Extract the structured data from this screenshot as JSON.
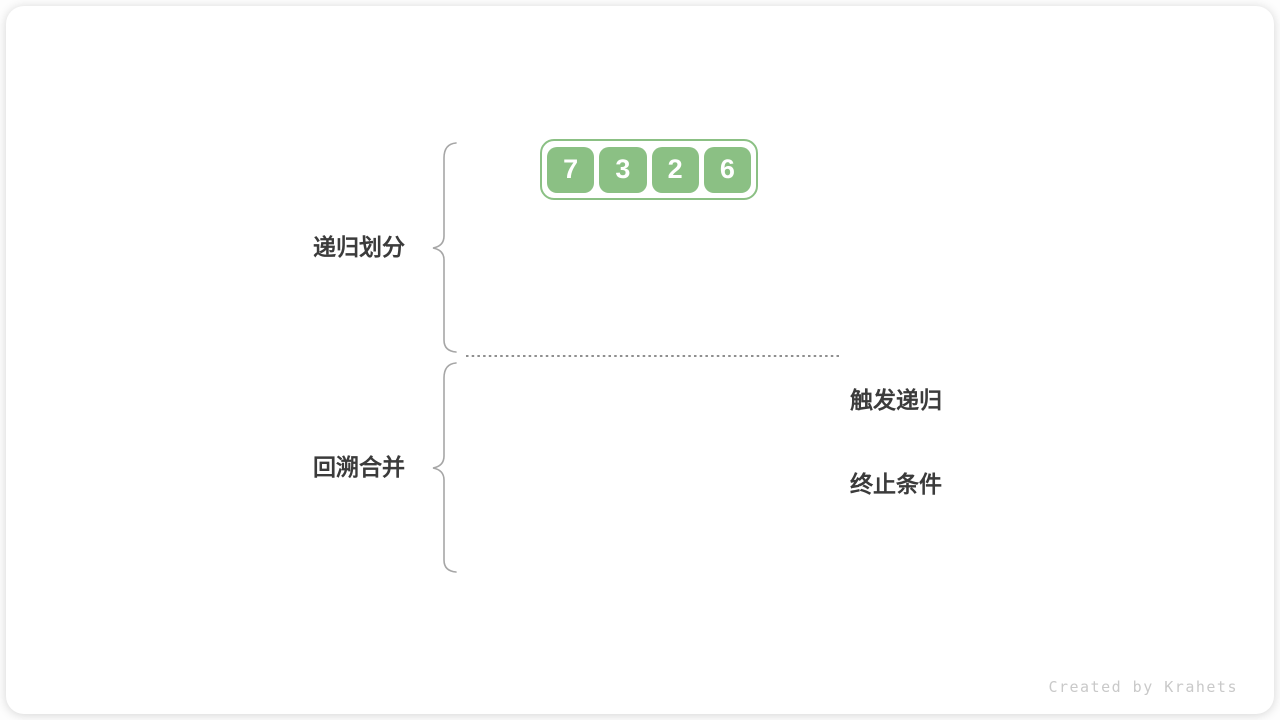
{
  "diagram": {
    "array": {
      "values": [
        "7",
        "3",
        "2",
        "6"
      ],
      "fill_color": "#8bc084",
      "border_color": "#8bc084",
      "value_text_color": "#ffffff"
    },
    "labels": {
      "recursive_divide": "递归划分",
      "backtrack_merge": "回溯合并",
      "termination_line1": "触发递归",
      "termination_line2": "终止条件"
    },
    "colors": {
      "label_text": "#3b3b3b",
      "brace": "#a6a6a6",
      "dotted_line": "#8f8f8f"
    }
  },
  "watermark": "Created by Krahets"
}
